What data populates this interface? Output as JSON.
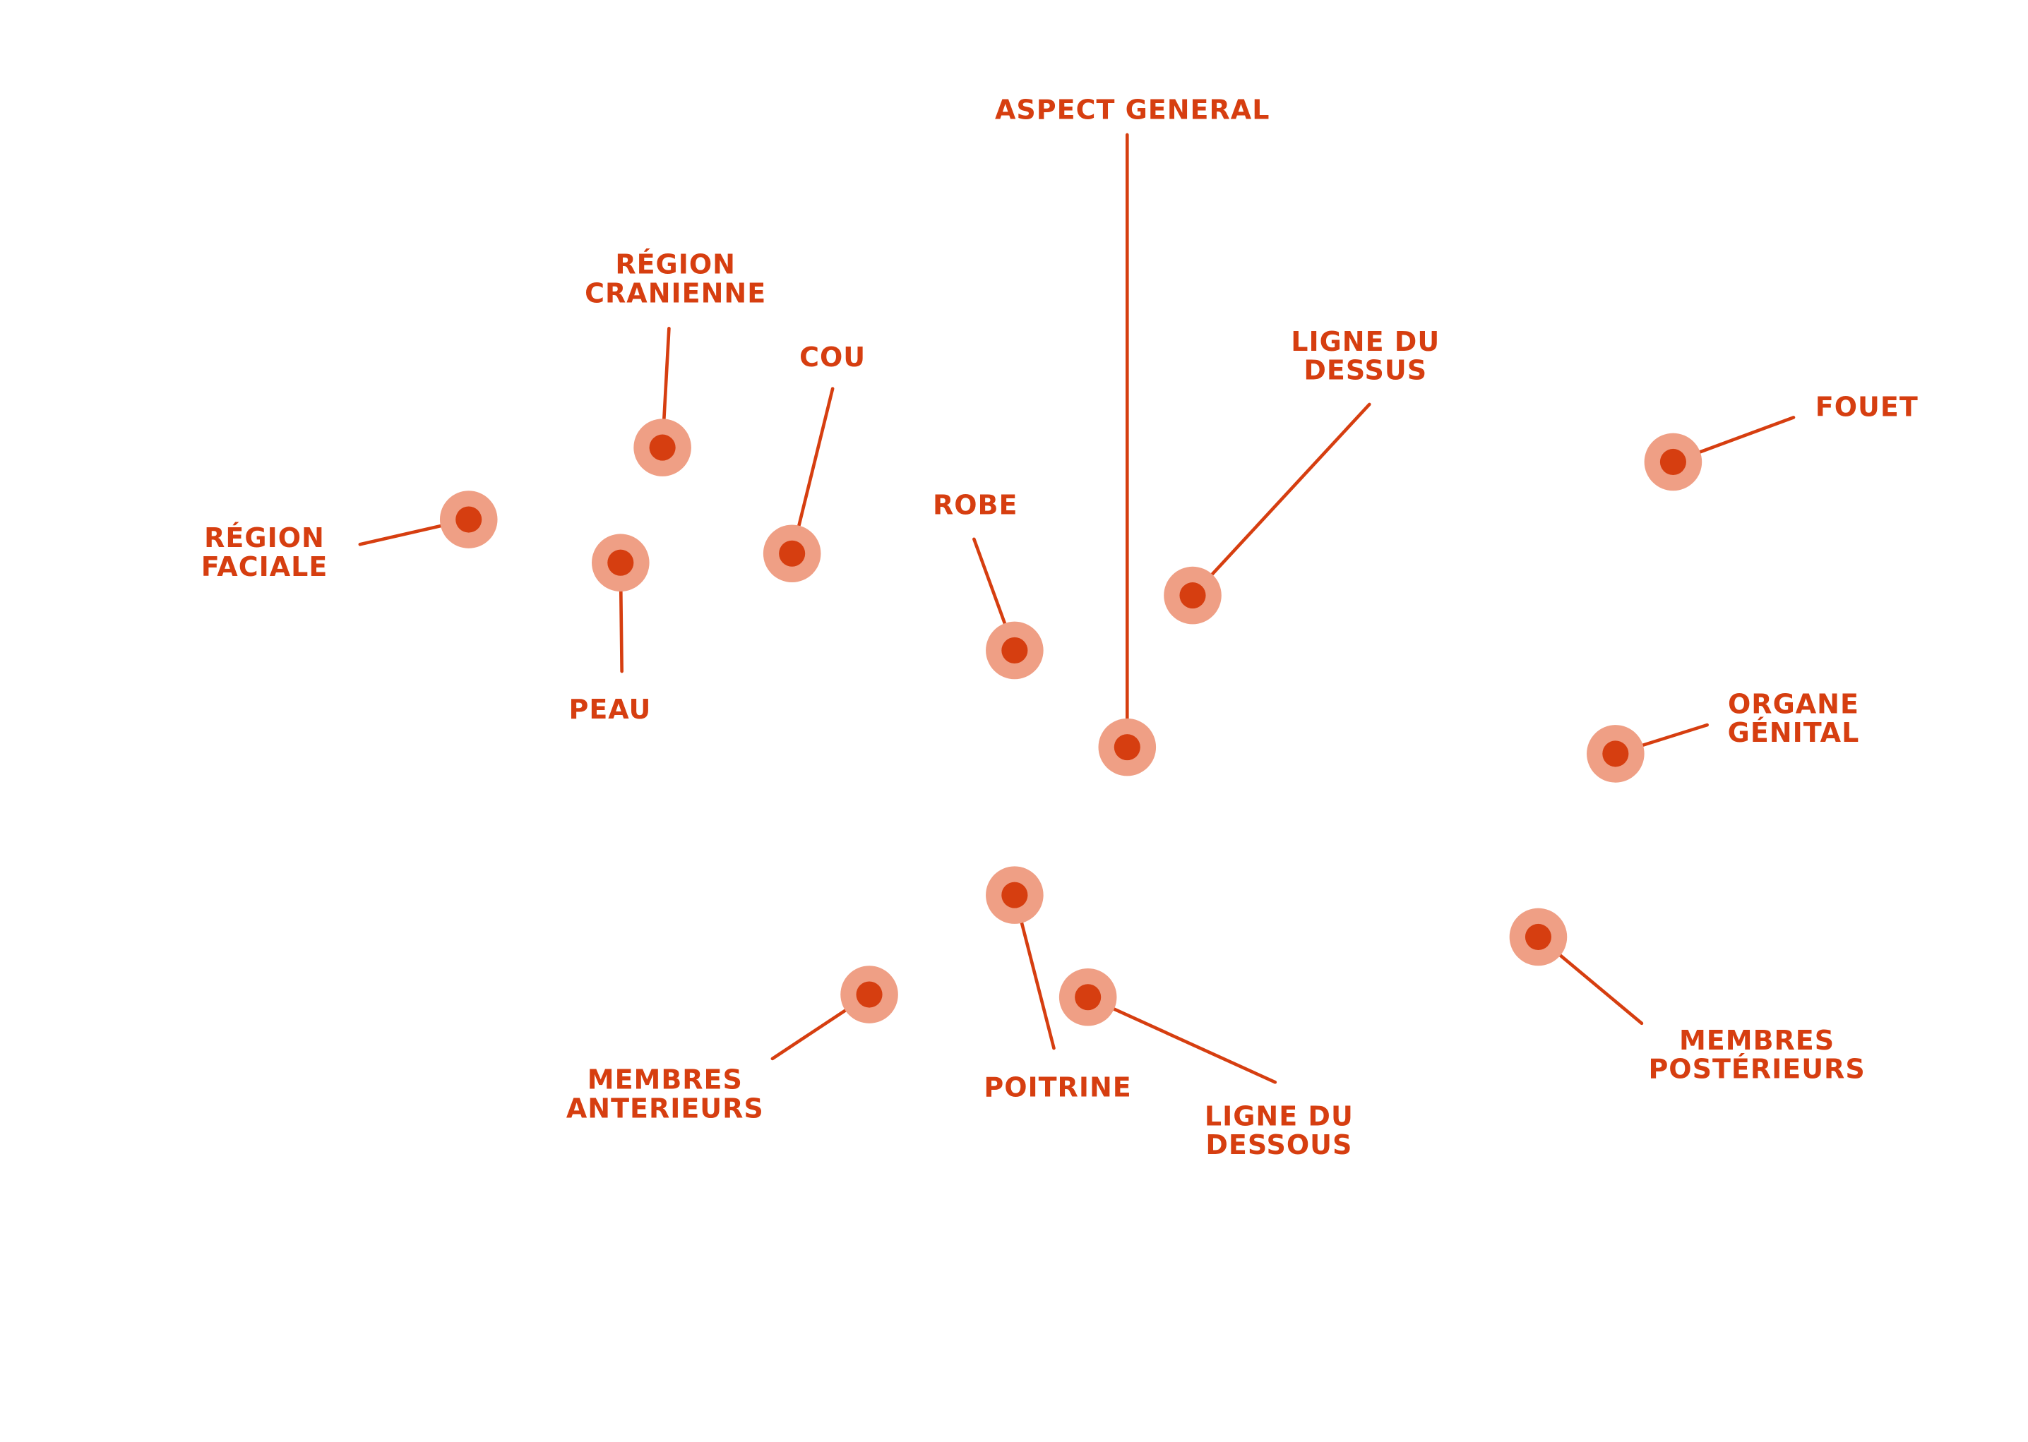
{
  "colors": {
    "accent": "#d63e10",
    "halo": "#ef9f85",
    "background": "#ffffff"
  },
  "labels": {
    "aspect_general": [
      "ASPECT GENERAL"
    ],
    "region_cranienne": [
      "RÉGION",
      "CRANIENNE"
    ],
    "cou": [
      "COU"
    ],
    "ligne_du_dessus": [
      "LIGNE DU",
      "DESSUS"
    ],
    "fouet": [
      "FOUET"
    ],
    "region_faciale": [
      "RÉGION",
      "FACIALE"
    ],
    "robe": [
      "ROBE"
    ],
    "peau": [
      "PEAU"
    ],
    "organe_genital": [
      "ORGANE",
      "GÉNITAL"
    ],
    "membres_anterieurs": [
      "MEMBRES",
      "ANTERIEURS"
    ],
    "poitrine": [
      "POITRINE"
    ],
    "ligne_du_dessous": [
      "LIGNE DU",
      "DESSOUS"
    ],
    "membres_posterieurs": [
      "MEMBRES",
      "POSTÉRIEURS"
    ]
  }
}
